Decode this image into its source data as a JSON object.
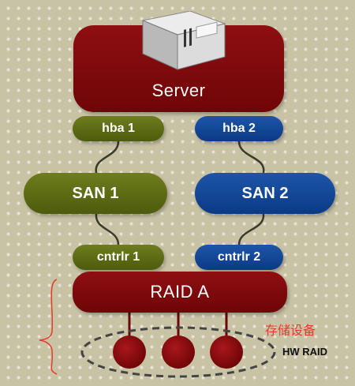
{
  "nodes": {
    "server": "Server",
    "hba1": "hba 1",
    "hba2": "hba 2",
    "san1": "SAN 1",
    "san2": "SAN 2",
    "cntrlr1": "cntrlr 1",
    "cntrlr2": "cntrlr 2",
    "raid_a": "RAID A"
  },
  "annotations": {
    "storage_device": "存储设备",
    "hw_raid": "HW RAID"
  },
  "icons": {
    "server": "server-icon",
    "bracket": "curly-brace-annotation"
  },
  "colors": {
    "background": "#c9c3a6",
    "server_raid": "#7e0a0d",
    "path_1": "#5c6a14",
    "path_2": "#0f4594",
    "annotation": "#e83a2a",
    "disk_group_outline": "#444444"
  },
  "disk_count": 3
}
